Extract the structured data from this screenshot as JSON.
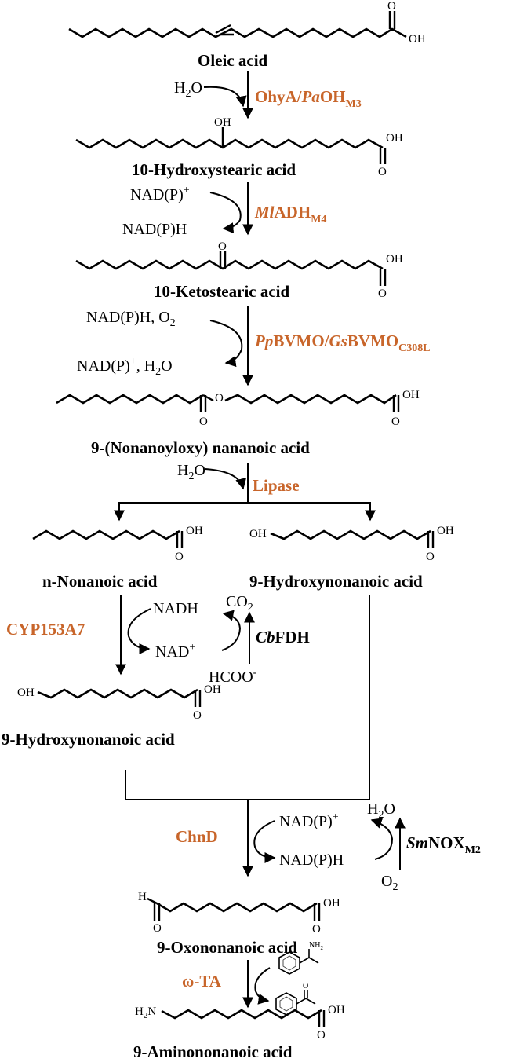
{
  "compounds": {
    "oleic_acid": "Oleic acid",
    "hydroxystearic_acid": "10-Hydroxystearic acid",
    "ketostearic_acid": "10-Ketostearic acid",
    "nonanoyloxy_acid": "9-(Nonanoyloxy) nananoic acid",
    "nonanoic_acid": "n-Nonanoic acid",
    "hydroxynonanoic_right": "9-Hydroxynonanoic acid",
    "hydroxynonanoic_left": "9-Hydroxynonanoic acid",
    "oxononanoic_acid": "9-Oxononanoic acid",
    "aminononanoic_acid": "9-Aminononanoic acid"
  },
  "enzymes": {
    "ohya_a": "OhyA/",
    "ohya_b": "Pa",
    "ohya_c": "OH",
    "ohya_sub": "M3",
    "mladh_a": "Ml",
    "mladh_b": "ADH",
    "mladh_sub": "M4",
    "bvmo_a": "Pp",
    "bvmo_b": "BVMO/",
    "bvmo_c": "Gs",
    "bvmo_d": "BVMO",
    "bvmo_sub": "C308L",
    "lipase": "Lipase",
    "cyp": "CYP153A7",
    "cbfdh_a": "Cb",
    "cbfdh_b": "FDH",
    "chnd": "ChnD",
    "smnox_a": "Sm",
    "smnox_b": "NOX",
    "smnox_sub": "M2",
    "omega_ta": "ω-TA"
  },
  "cofactors": {
    "h2o_1_a": "H",
    "h2o_1_b": "2",
    "h2o_1_c": "O",
    "nadp_plus_1_a": "NAD(P)",
    "nadp_plus_1_b": "+",
    "nadph_1": "NAD(P)H",
    "nadph_o2_a": "NAD(P)H, O",
    "nadph_o2_b": "2",
    "nadp_h2o_a": "NAD(P)",
    "nadp_h2o_b": "+",
    "nadp_h2o_c": ", H",
    "nadp_h2o_d": "2",
    "nadp_h2o_e": "O",
    "h2o_2_a": "H",
    "h2o_2_b": "2",
    "h2o_2_c": "O",
    "nadh": "NADH",
    "nad_plus_a": "NAD",
    "nad_plus_b": "+",
    "co2_a": "CO",
    "co2_b": "2",
    "hcoo_a": "HCOO",
    "hcoo_b": "-",
    "nadp_plus_2_a": "NAD(P)",
    "nadp_plus_2_b": "+",
    "nadph_2": "NAD(P)H",
    "h2o_3_a": "H",
    "h2o_3_b": "2",
    "h2o_3_c": "O",
    "o2_a": "O",
    "o2_b": "2"
  },
  "atoms": {
    "oh": "OH",
    "o": "O",
    "h": "H",
    "h2n_a": "H",
    "h2n_b": "2",
    "h2n_c": "N",
    "nh2_a": "NH",
    "nh2_b": "2"
  },
  "colors": {
    "enzyme": "#c8652a",
    "text": "#000000"
  }
}
